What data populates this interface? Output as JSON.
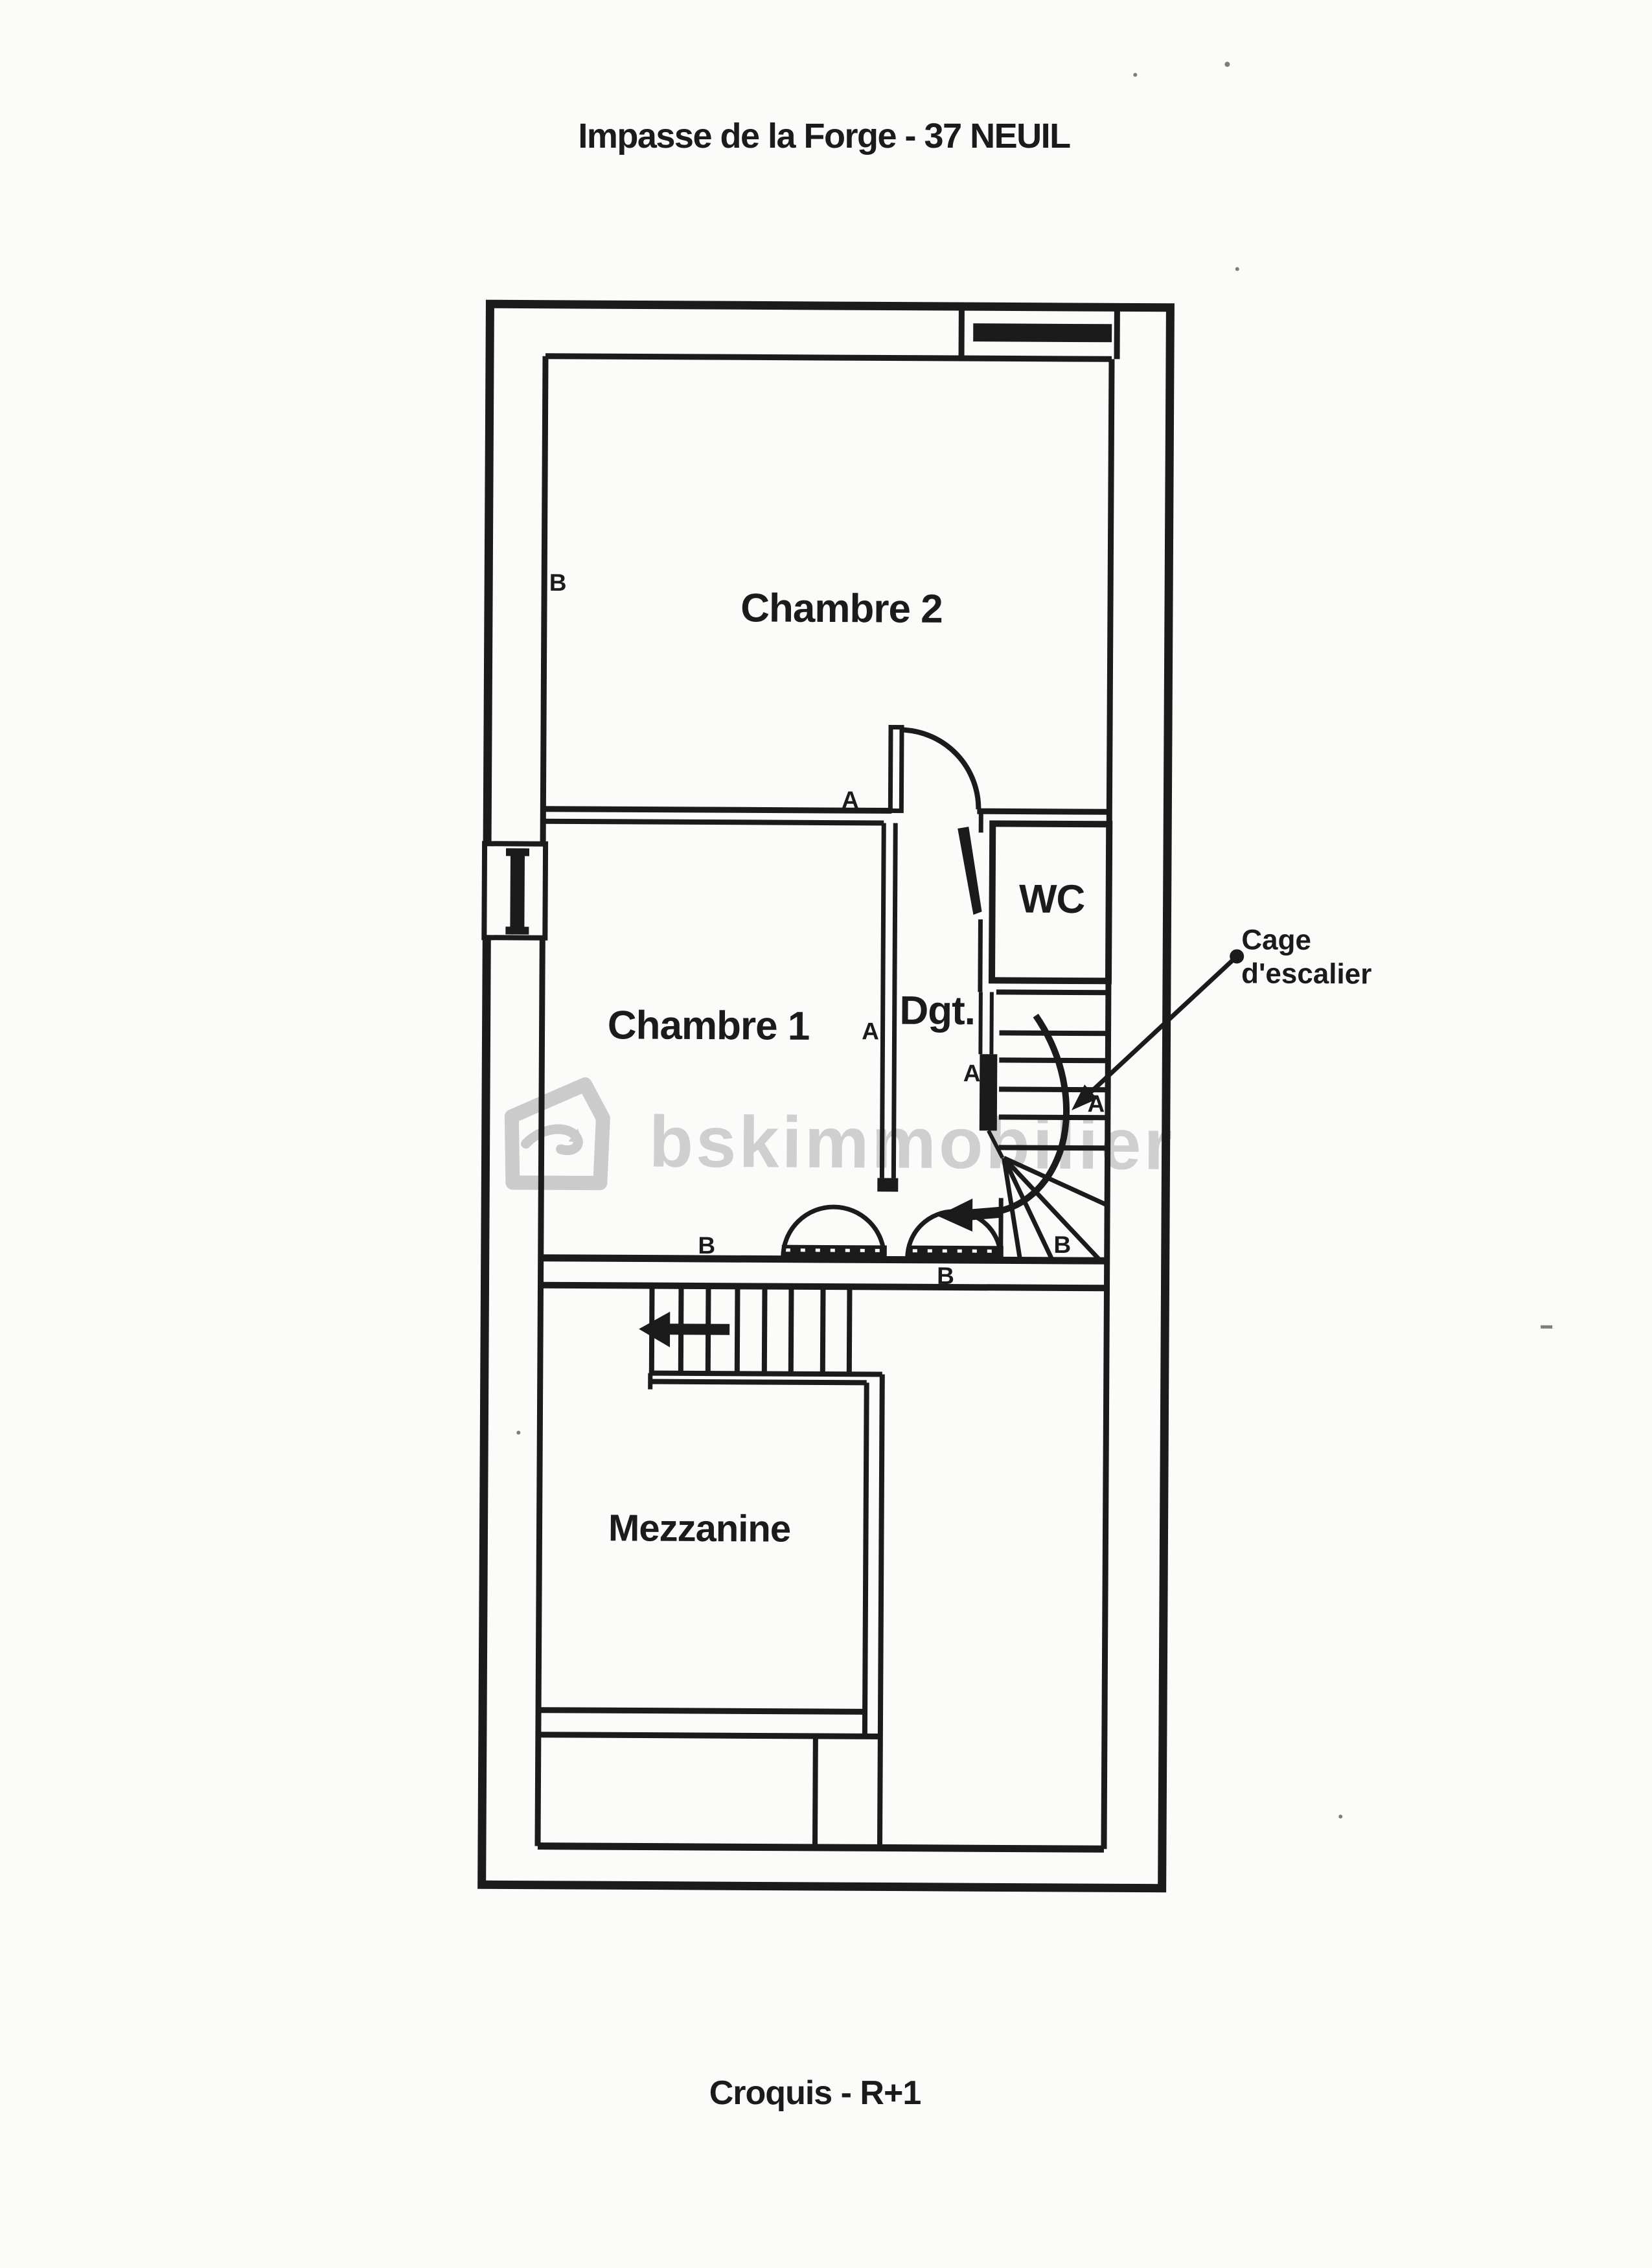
{
  "document": {
    "title": "Impasse de la Forge - 37 NEUIL",
    "caption": "Croquis - R+1",
    "ink_color": "#1b1b1b",
    "paper_color": "#fbfbf9"
  },
  "plan": {
    "rooms": {
      "chambre2": "Chambre 2",
      "chambre1": "Chambre 1",
      "wc": "WC",
      "dgt": "Dgt.",
      "mezzanine": "Mezzanine"
    },
    "markers": {
      "a": "A",
      "b": "B"
    },
    "annotation": {
      "line1": "Cage",
      "line2": "d'escalier"
    }
  },
  "watermark": {
    "text": "bskimmobilier",
    "color": "#cdcdcd"
  }
}
